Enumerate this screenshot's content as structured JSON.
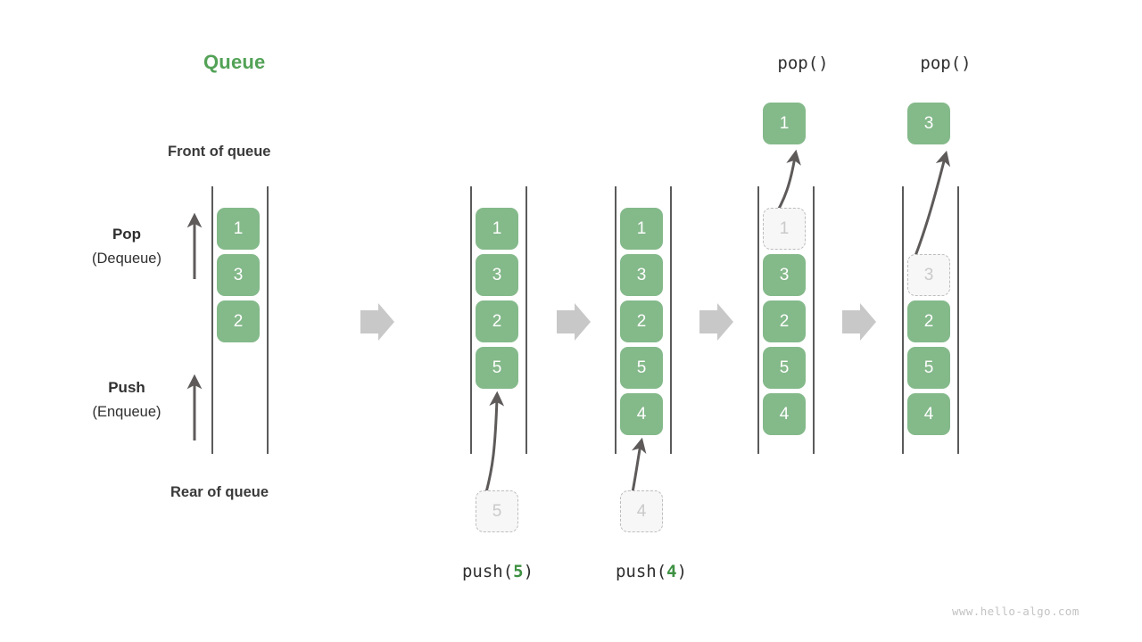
{
  "title": "Queue",
  "labels": {
    "front_of_queue": "Front of queue",
    "rear_of_queue": "Rear of queue",
    "pop_main": "Pop",
    "pop_sub": "(Dequeue)",
    "push_main": "Push",
    "push_sub": "(Enqueue)"
  },
  "operations": {
    "pop1": {
      "name": "pop",
      "open": "(",
      "arg": "",
      "close": ")"
    },
    "pop2": {
      "name": "pop",
      "open": "(",
      "arg": "",
      "close": ")"
    },
    "push1": {
      "name": "push",
      "open": "(",
      "arg": "5",
      "close": ")"
    },
    "push2": {
      "name": "push",
      "open": "(",
      "arg": "4",
      "close": ")"
    }
  },
  "columns": [
    {
      "id": "initial",
      "cells": [
        {
          "value": "1",
          "state": "filled"
        },
        {
          "value": "3",
          "state": "filled"
        },
        {
          "value": "2",
          "state": "filled"
        },
        {
          "value": "",
          "state": "empty"
        },
        {
          "value": "",
          "state": "empty"
        }
      ],
      "popped": null,
      "incoming": null
    },
    {
      "id": "after-push-5",
      "cells": [
        {
          "value": "1",
          "state": "filled"
        },
        {
          "value": "3",
          "state": "filled"
        },
        {
          "value": "2",
          "state": "filled"
        },
        {
          "value": "5",
          "state": "filled"
        },
        {
          "value": "",
          "state": "empty"
        }
      ],
      "popped": null,
      "incoming": {
        "value": "5",
        "state": "ghost"
      }
    },
    {
      "id": "after-push-4",
      "cells": [
        {
          "value": "1",
          "state": "filled"
        },
        {
          "value": "3",
          "state": "filled"
        },
        {
          "value": "2",
          "state": "filled"
        },
        {
          "value": "5",
          "state": "filled"
        },
        {
          "value": "4",
          "state": "filled"
        }
      ],
      "popped": null,
      "incoming": {
        "value": "4",
        "state": "ghost"
      }
    },
    {
      "id": "after-pop-1",
      "cells": [
        {
          "value": "1",
          "state": "ghost"
        },
        {
          "value": "3",
          "state": "filled"
        },
        {
          "value": "2",
          "state": "filled"
        },
        {
          "value": "5",
          "state": "filled"
        },
        {
          "value": "4",
          "state": "filled"
        }
      ],
      "popped": {
        "value": "1"
      },
      "incoming": null
    },
    {
      "id": "after-pop-3",
      "cells": [
        {
          "value": "",
          "state": "empty"
        },
        {
          "value": "3",
          "state": "ghost"
        },
        {
          "value": "2",
          "state": "filled"
        },
        {
          "value": "5",
          "state": "filled"
        },
        {
          "value": "4",
          "state": "filled"
        }
      ],
      "popped": {
        "value": "3"
      },
      "incoming": null
    }
  ],
  "watermark": "www.hello-algo.com",
  "colors": {
    "accent_green": "#84b98a",
    "title_green": "#53a257",
    "ghost_gray": "#c9c9c9",
    "arrow_gray": "#5e5a5a",
    "step_arrow_gray": "#c8c8c8"
  }
}
